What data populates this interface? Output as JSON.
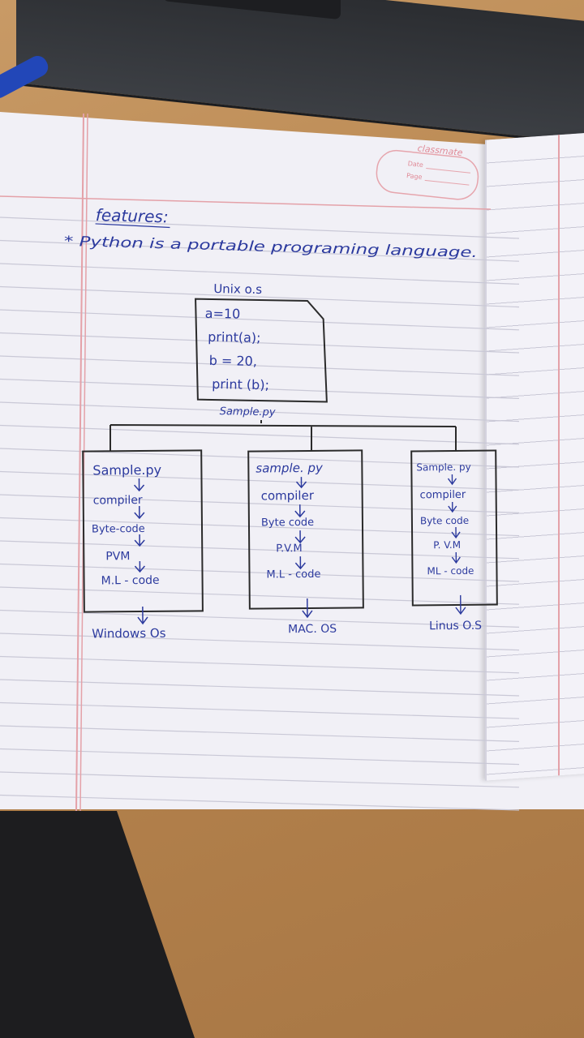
{
  "brand": {
    "name": "classmate",
    "date_label": "Date",
    "page_label": "Page"
  },
  "notes": {
    "heading": "features:",
    "bullet": "* Python is a portable programing language."
  },
  "diagram": {
    "source_title": "Unix o.s",
    "source_code": [
      "a=10",
      "print(a);",
      "b = 20,",
      "print (b);"
    ],
    "source_file": "Sample.py",
    "columns": [
      {
        "steps": [
          "Sample.py",
          "compiler",
          "Byte-code",
          "PVM",
          "M.L - code"
        ],
        "target": "Windows Os"
      },
      {
        "steps": [
          "sample. py",
          "compiler",
          "Byte code",
          "P.V.M",
          "M.L - code"
        ],
        "target": "MAC. OS"
      },
      {
        "steps": [
          "Sample. py",
          "compiler",
          "Byte code",
          "P. V.M",
          "ML - code"
        ],
        "target": "Linus O.S"
      }
    ]
  },
  "colors": {
    "ink": "#2c3a9e",
    "margin": "#e4a1a8",
    "rule": "#c9c8d6",
    "paper": "#f1f0f6"
  }
}
